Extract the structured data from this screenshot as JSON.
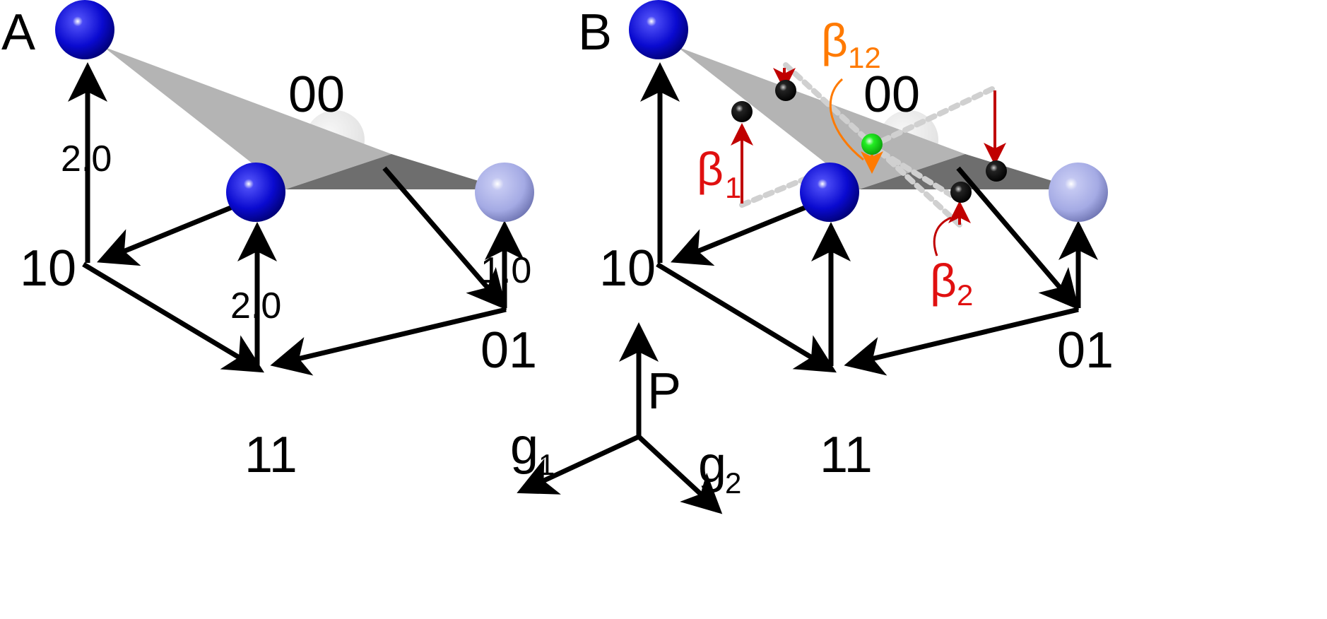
{
  "panel_a": {
    "label": "A",
    "nodes": {
      "n00": "00",
      "n10": "10",
      "n01": "01",
      "n11": "11"
    },
    "values": {
      "v10": "2.0",
      "v11": "2.0",
      "v01": "1.0"
    }
  },
  "panel_b": {
    "label": "B",
    "nodes": {
      "n00": "00",
      "n10": "10",
      "n01": "01",
      "n11": "11"
    },
    "params": {
      "beta1": "β",
      "beta1_sub": "1",
      "beta2": "β",
      "beta2_sub": "2",
      "beta12": "β",
      "beta12_sub": "12"
    }
  },
  "axes": {
    "vertical": "P",
    "left_axis": "g",
    "left_axis_sub": "1",
    "right_axis": "g",
    "right_axis_sub": "2"
  },
  "colors": {
    "dark_sphere": "#0a0ad0",
    "light_sphere": "#aab0e6",
    "surface_light": "#b0b0b0",
    "surface_dark": "#707070",
    "beta_red": "#e01010",
    "beta12_orange": "#ff7a00",
    "green_point": "#22ee22"
  }
}
